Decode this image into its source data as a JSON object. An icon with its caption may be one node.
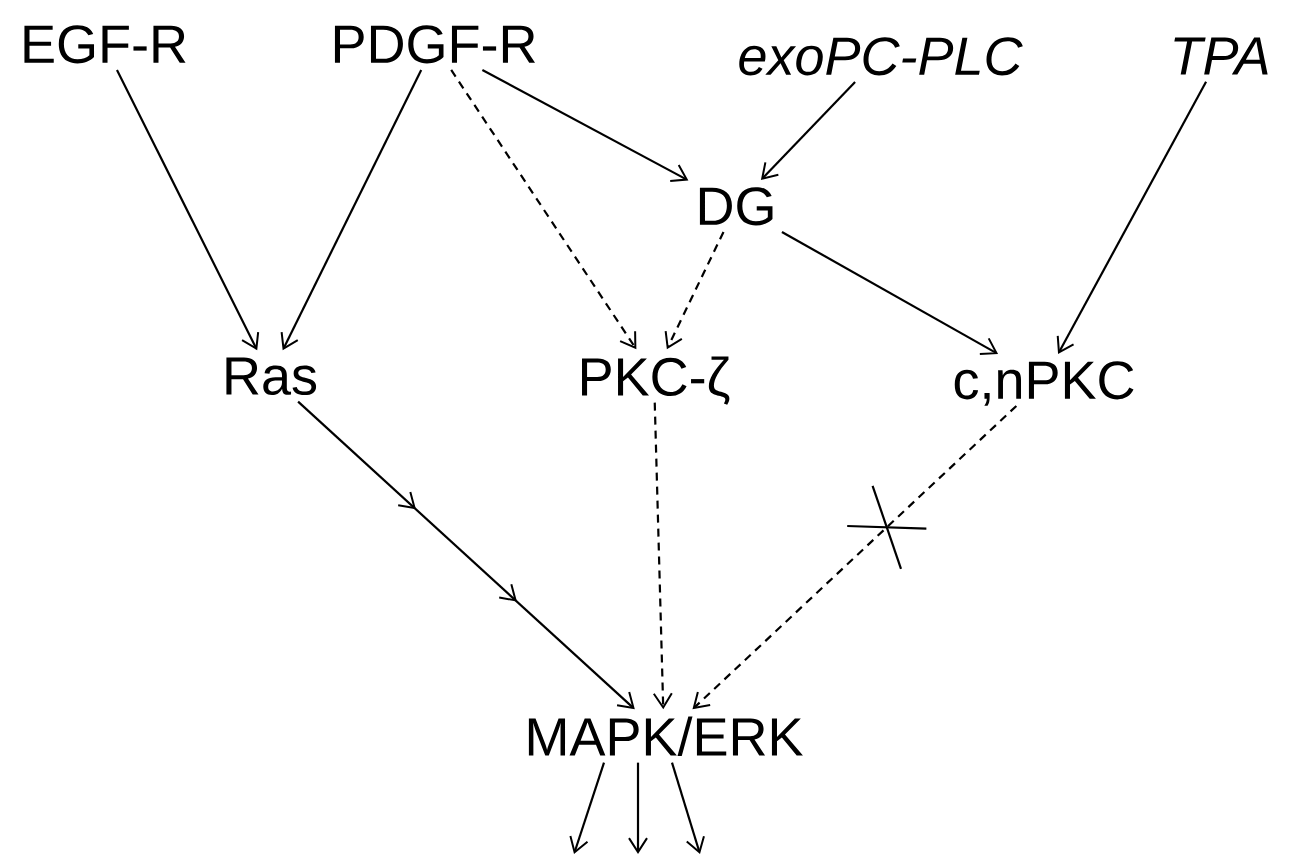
{
  "diagram": {
    "nodes": [
      {
        "text": [
          "EGF-R"
        ]
      },
      {
        "text": [
          "PDGF-R"
        ]
      },
      {
        "text": [
          "exoPC-PLC"
        ]
      },
      {
        "text": [
          "TPA"
        ]
      },
      {
        "text": [
          "DG"
        ]
      },
      {
        "text": [
          "Ras"
        ]
      },
      {
        "text": [
          "PKC-ζ"
        ]
      },
      {
        "text": [
          "c,nPKC"
        ]
      },
      {
        "text": [
          "MAPK/ERK"
        ]
      }
    ],
    "edges": [
      {
        "from": 0,
        "to": 5,
        "arrow": "to"
      },
      {
        "from": 1,
        "to": 5,
        "arrow": "to"
      },
      {
        "from": 1,
        "to": 6,
        "arrow": "to",
        "style": "dashed"
      },
      {
        "from": 1,
        "to": 4,
        "arrow": "to"
      },
      {
        "from": 2,
        "to": 4,
        "arrow": "to"
      },
      {
        "from": 3,
        "to": 7,
        "arrow": "to"
      },
      {
        "from": 4,
        "to": 6,
        "arrow": "to",
        "style": "dashed"
      },
      {
        "from": 4,
        "to": 7,
        "arrow": "to"
      },
      {
        "from": 5,
        "to": 8,
        "arrow": "to"
      },
      {
        "from": 6,
        "to": 8,
        "arrow": "to",
        "style": "dashed"
      },
      {
        "from": 7,
        "to": 8,
        "arrow": "to",
        "style": "dashed"
      },
      {
        "from": 8,
        "to": null,
        "arrow": "to"
      },
      {
        "from": 8,
        "to": null,
        "arrow": "to"
      },
      {
        "from": 8,
        "to": null,
        "arrow": "to"
      }
    ]
  }
}
